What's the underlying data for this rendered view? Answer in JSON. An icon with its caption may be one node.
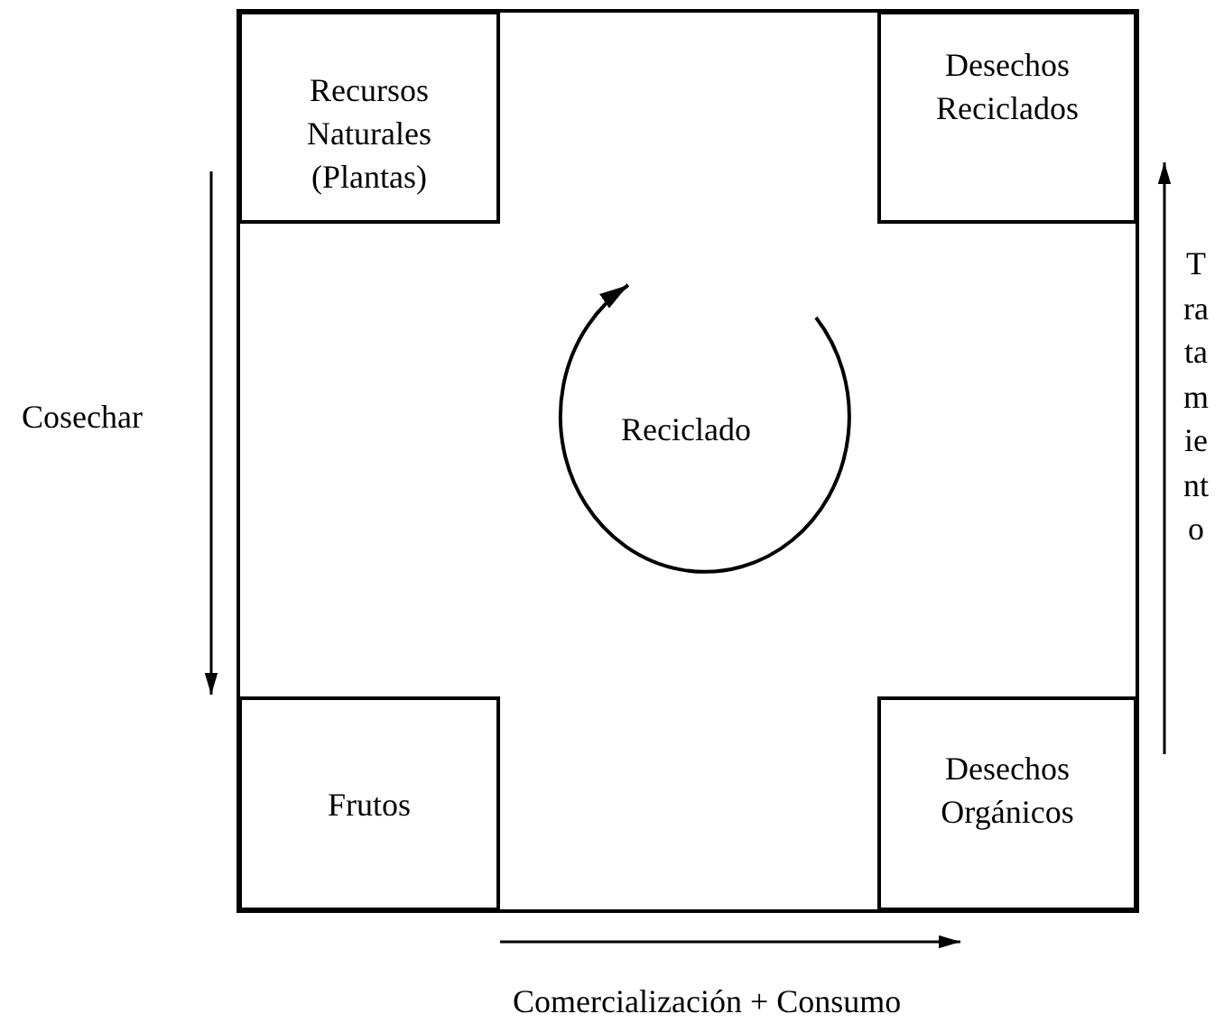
{
  "diagram": {
    "nodes": [
      {
        "text": [
          "Recursos Naturales (Plantas)"
        ]
      },
      {
        "text": [
          "Desechos Reciclados"
        ]
      },
      {
        "text": [
          "Frutos"
        ]
      },
      {
        "text": [
          "Desechos Orgánicos"
        ]
      }
    ],
    "edges": [
      {
        "from": 0,
        "to": 2,
        "arrow": "to",
        "label": "Cosechar"
      },
      {
        "from": 2,
        "to": 3,
        "arrow": "to",
        "label": "Comercialización + Consumo"
      },
      {
        "from": 3,
        "to": 1,
        "arrow": "to",
        "label": "Tratamiento"
      }
    ],
    "labels": [
      "Reciclado"
    ]
  }
}
